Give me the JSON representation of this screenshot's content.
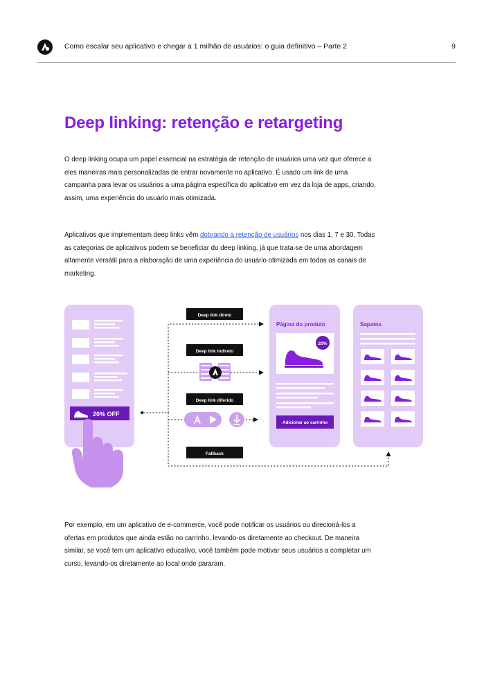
{
  "header": {
    "title": "Como escalar seu aplicativo e chegar a 1 milhão de usuários: o guia definitivo – Parte 2",
    "page_number": "9"
  },
  "section": {
    "heading": "Deep linking: retenção e retargeting"
  },
  "paragraphs": {
    "p1": "O deep linking ocupa um papel essencial na estratégia de retenção de usuários uma vez que oferece a eles maneiras mais personalizadas de entrar novamente no aplicativo. É usado um link de uma campanha para levar os usuários a uma página específica do aplicativo em vez da loja de apps, criando, assim, uma experiência do usuário mais otimizada.",
    "p2_before": "Aplicativos que implementam deep links vêm ",
    "p2_link": "dobrando a retenção de usuários",
    "p2_after": " nos dias 1, 7 e 30. Todas as categorias de aplicativos podem se beneficiar do deep linking, já que trata-se de uma abordagem altamente versátil para a elaboração de uma experiência do usuário otimizada em todos os canais de marketing.",
    "p3": "Por exemplo, em um aplicativo de e-commerce, você pode notificar os usuários ou direcioná-los a ofertas em produtos que ainda estão no carrinho, levando-os diretamente ao checkout. De maneira similar, se você tem um aplicativo educativo, você também pode motivar seus usuários a completar um curso, levando-os diretamente ao local onde pararam."
  },
  "diagram": {
    "promo_label": "20% OFF",
    "labels": {
      "direct": "Deep link direto",
      "indirect": "Deep link indireto",
      "deferred": "Deep link diferido",
      "fallback": "Fallback"
    },
    "product_page": {
      "title": "Página do produto",
      "discount_badge": "20%",
      "add_to_cart": "Adicionar ao carrinho"
    },
    "shoes_page": {
      "title": "Sapatos"
    },
    "colors": {
      "purple": "#8a1ee0",
      "dark_purple": "#6a1ab8",
      "light_purple": "#e2cbf6",
      "mid_purple": "#c9a2ee",
      "hand": "#c591ec"
    }
  }
}
